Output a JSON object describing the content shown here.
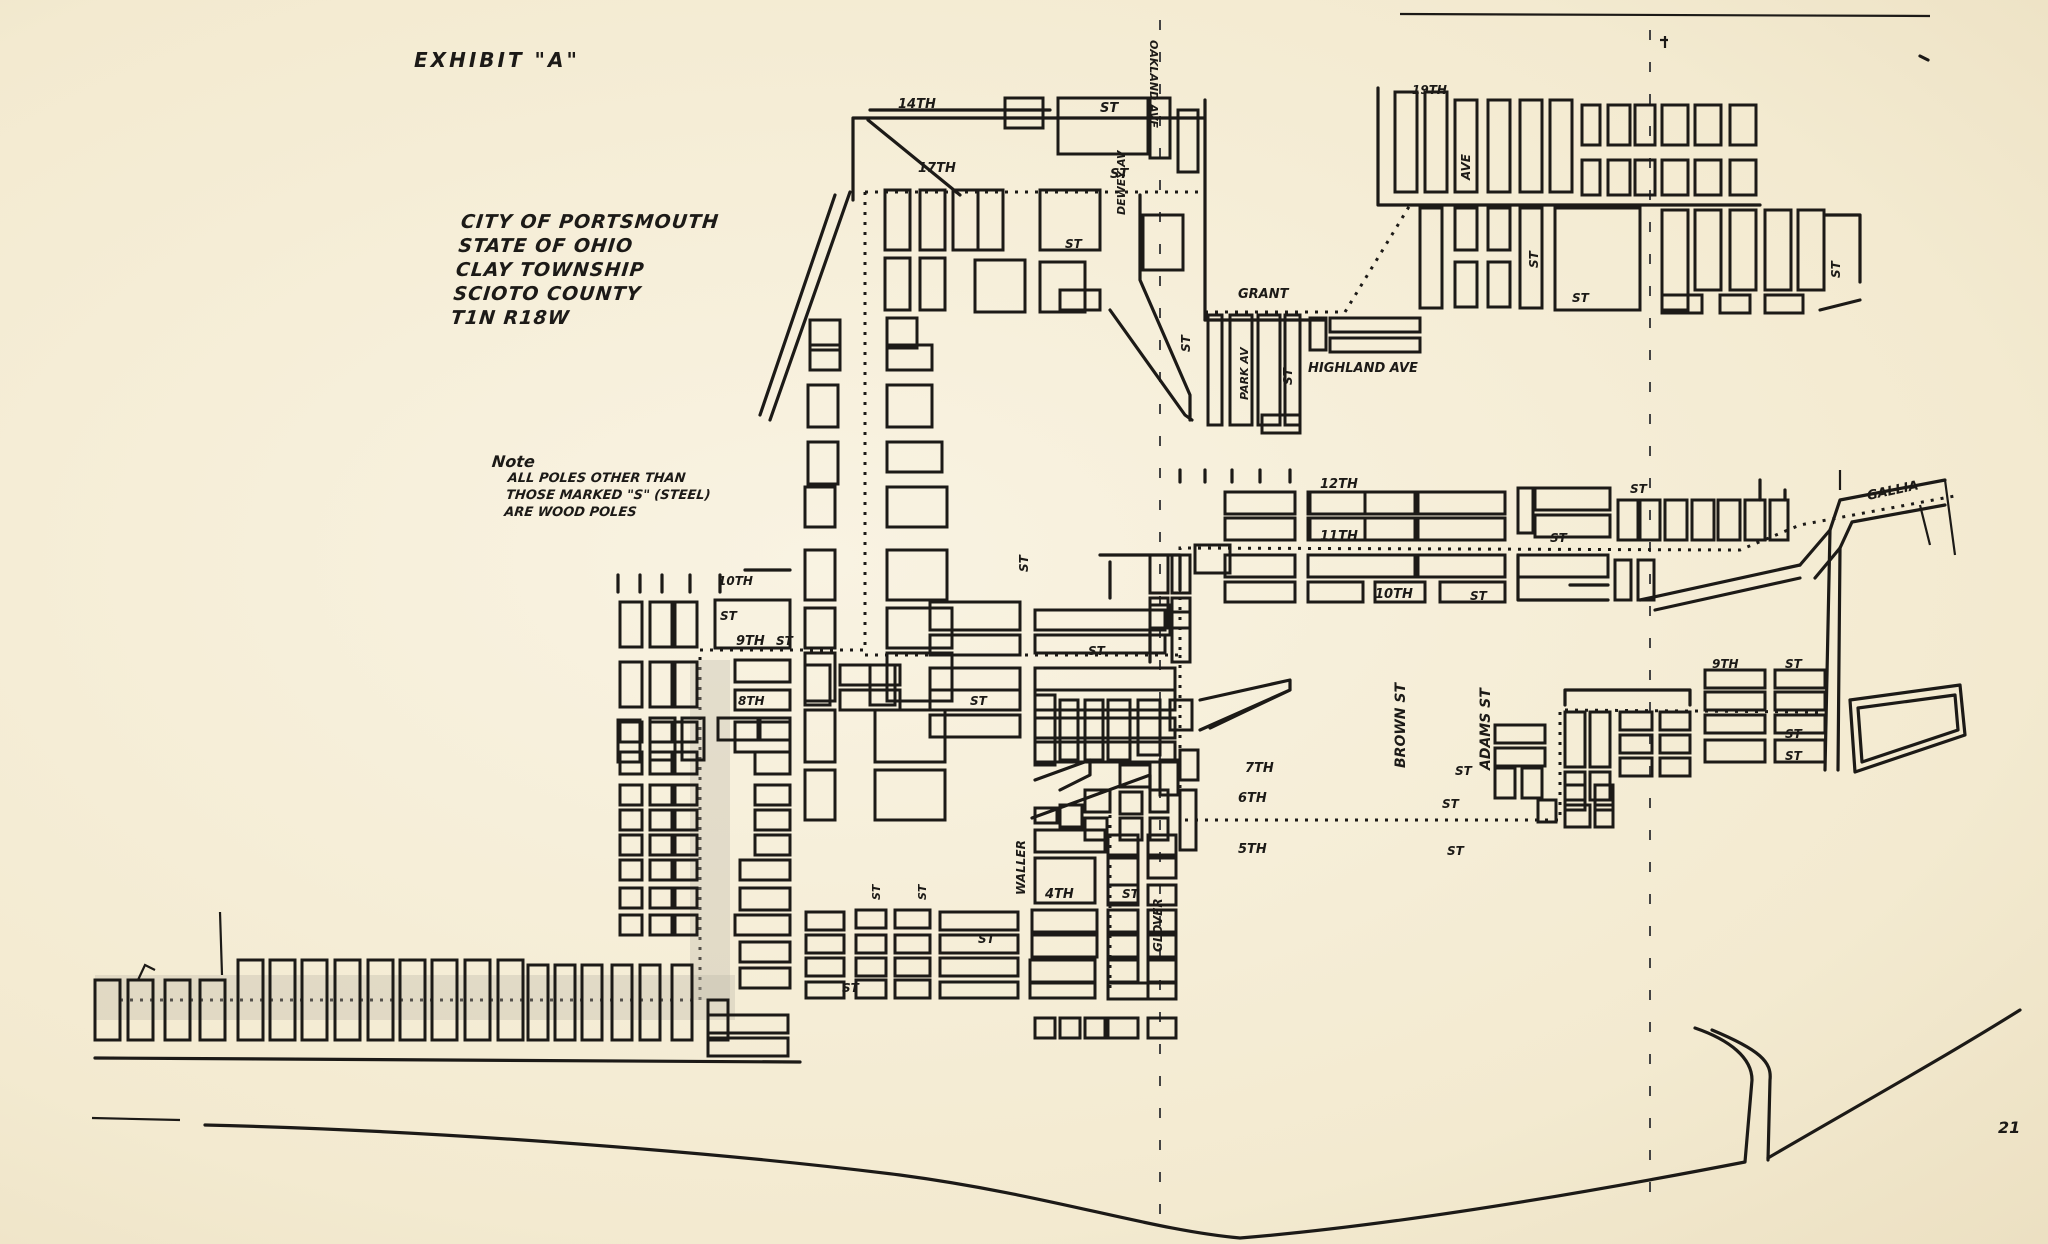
{
  "exhibit": "EXHIBIT \"A\"",
  "title_block": [
    "CITY OF PORTSMOUTH",
    "STATE OF OHIO",
    "CLAY TOWNSHIP",
    "SCIOTO COUNTY",
    "T1N R18W"
  ],
  "note": {
    "heading": "Note",
    "lines": [
      "ALL POLES OTHER THAN",
      "THOSE MARKED \"S\" (STEEL)",
      "ARE WOOD POLES"
    ]
  },
  "page_number": "21",
  "street_labels": [
    "14TH",
    "ST",
    "OAKLAND AVE",
    "17TH",
    "ST",
    "DEWEY AV",
    "ST",
    "GRANT",
    "ST",
    "PARK AV",
    "ST",
    "HIGHLAND AVE",
    "19TH",
    "AVE",
    "ST",
    "ST",
    "ST",
    "12TH",
    "ST",
    "11TH",
    "ST",
    "10TH",
    "ST",
    "GALLIA",
    "10TH",
    "9TH",
    "ST",
    "ST",
    "ST",
    "8TH",
    "ST",
    "BROWN ST",
    "ADAMS ST",
    "9TH",
    "ST",
    "ST",
    "ST",
    "7TH",
    "ST",
    "6TH",
    "ST",
    "5TH",
    "ST",
    "4TH",
    "ST",
    "GLOVER",
    "WALLER",
    "ST",
    "ST",
    "ST",
    "ST",
    "ST"
  ]
}
